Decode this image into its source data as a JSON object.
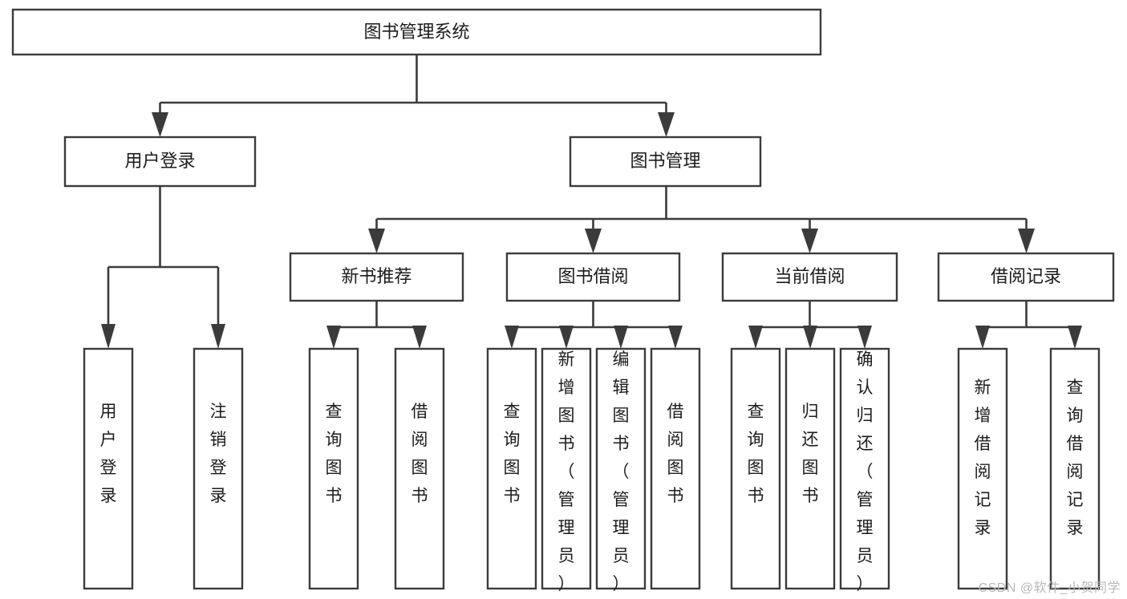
{
  "diagram": {
    "type": "tree",
    "title": "图书管理系统",
    "orientation": "top-down",
    "watermark": "CSDN @软件_小贺同学",
    "root": {
      "id": "root",
      "label": "图书管理系统"
    },
    "level1": [
      {
        "id": "user-login",
        "label": "用户登录"
      },
      {
        "id": "book-manage",
        "label": "图书管理"
      }
    ],
    "level2": [
      {
        "id": "new-book-recommend",
        "label": "新书推荐",
        "parent": "book-manage"
      },
      {
        "id": "book-borrow",
        "label": "图书借阅",
        "parent": "book-manage"
      },
      {
        "id": "current-borrow",
        "label": "当前借阅",
        "parent": "book-manage"
      },
      {
        "id": "borrow-record",
        "label": "借阅记录",
        "parent": "book-manage"
      }
    ],
    "leaves": [
      {
        "id": "leaf-user-login",
        "label": "用户登录",
        "parent": "user-login"
      },
      {
        "id": "leaf-user-logout",
        "label": "注销登录",
        "parent": "user-login"
      },
      {
        "id": "leaf-query-book-1",
        "label": "查询图书",
        "parent": "new-book-recommend"
      },
      {
        "id": "leaf-borrow-book-1",
        "label": "借阅图书",
        "parent": "new-book-recommend"
      },
      {
        "id": "leaf-query-book-2",
        "label": "查询图书",
        "parent": "book-borrow"
      },
      {
        "id": "leaf-add-book",
        "label": "新增图书（管理员）",
        "parent": "book-borrow"
      },
      {
        "id": "leaf-edit-book",
        "label": "编辑图书（管理员）",
        "parent": "book-borrow"
      },
      {
        "id": "leaf-borrow-book-2",
        "label": "借阅图书",
        "parent": "book-borrow"
      },
      {
        "id": "leaf-query-book-3",
        "label": "查询图书",
        "parent": "current-borrow"
      },
      {
        "id": "leaf-return-book",
        "label": "归还图书",
        "parent": "current-borrow"
      },
      {
        "id": "leaf-confirm-return",
        "label": "确认归还（管理员）",
        "parent": "current-borrow"
      },
      {
        "id": "leaf-add-record",
        "label": "新增借阅记录",
        "parent": "borrow-record"
      },
      {
        "id": "leaf-query-record",
        "label": "查询借阅记录",
        "parent": "borrow-record"
      }
    ],
    "colors": {
      "stroke": "#3b3b3b",
      "fill": "#ffffff",
      "text": "#1b1b1b",
      "watermark": "#b9b9b9"
    }
  }
}
